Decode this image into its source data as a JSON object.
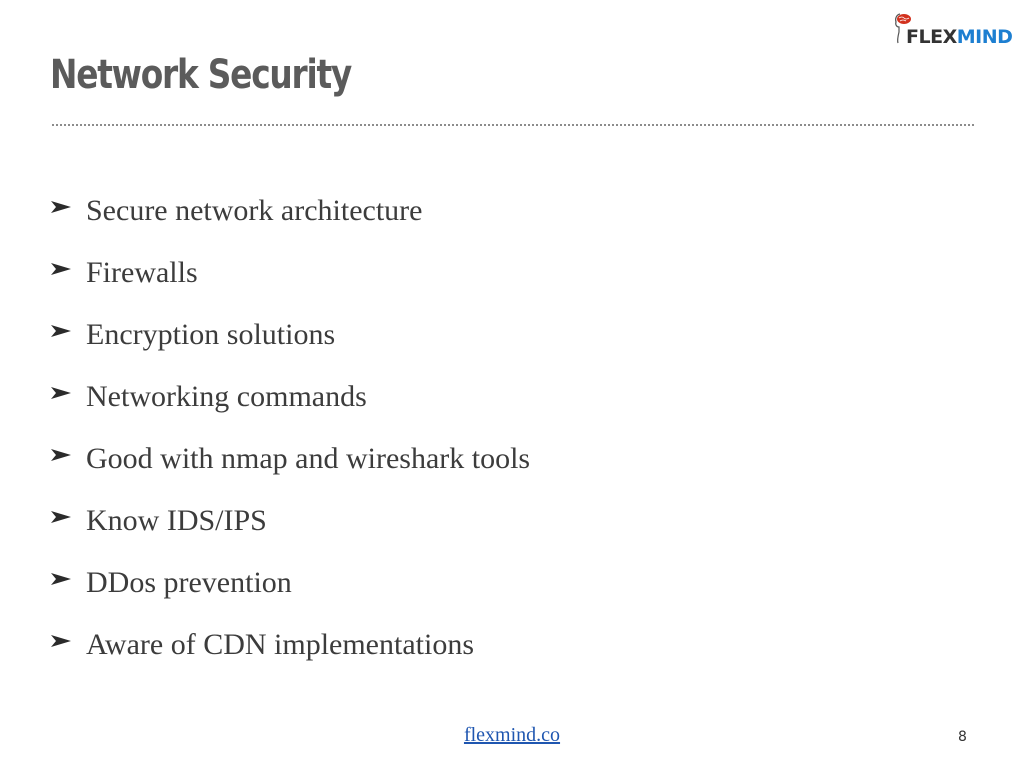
{
  "slide": {
    "title": "Network Security",
    "bullets": [
      {
        "text": "Secure network architecture",
        "icon": "arrow-bullet-icon"
      },
      {
        "text": "Firewalls",
        "icon": "arrow-bullet-icon"
      },
      {
        "text": "Encryption solutions",
        "icon": "arrow-bullet-icon"
      },
      {
        "text": "Networking commands",
        "icon": "arrow-bullet-icon"
      },
      {
        "text": "Good with nmap and wireshark tools",
        "icon": "arrow-bullet-icon"
      },
      {
        "text": "Know IDS/IPS",
        "icon": "arrow-bullet-icon"
      },
      {
        "text": "DDos prevention",
        "icon": "arrow-bullet-icon"
      },
      {
        "text": "Aware of CDN implementations",
        "icon": "arrow-bullet-icon"
      }
    ],
    "footer": {
      "link_text": "flexmind.co",
      "page_number": "8"
    }
  },
  "logo": {
    "icon": "brain-head-icon",
    "text_part1": "FLEX",
    "text_part2": "MIND"
  },
  "colors": {
    "title": "#5b5b5b",
    "body_text": "#3c3c3c",
    "link": "#1f56b0",
    "logo_flex": "#333333",
    "logo_mind": "#1d7fd1",
    "logo_brain": "#d2321e"
  }
}
